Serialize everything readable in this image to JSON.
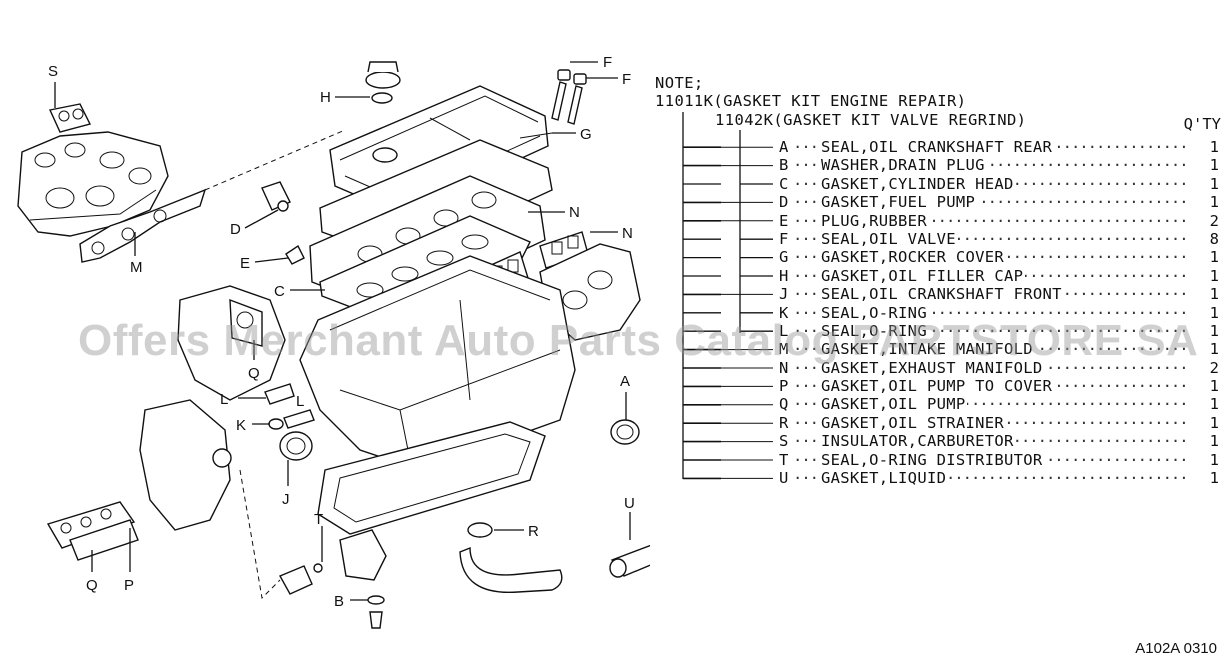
{
  "note": {
    "title": "NOTE;",
    "kit_engine": "11011K(GASKET KIT ENGINE REPAIR)",
    "kit_valve": "11042K(GASKET KIT VALVE REGRIND)",
    "qty_header": "Q'TY"
  },
  "parts": [
    {
      "code": "A",
      "desc": "SEAL,OIL CRANKSHAFT REAR",
      "qty": "1",
      "in_valve_kit": false
    },
    {
      "code": "B",
      "desc": "WASHER,DRAIN PLUG",
      "qty": "1",
      "in_valve_kit": false
    },
    {
      "code": "C",
      "desc": "GASKET,CYLINDER HEAD",
      "qty": "1",
      "in_valve_kit": true
    },
    {
      "code": "D",
      "desc": "GASKET,FUEL PUMP",
      "qty": "1",
      "in_valve_kit": false
    },
    {
      "code": "E",
      "desc": "PLUG,RUBBER",
      "qty": "2",
      "in_valve_kit": false
    },
    {
      "code": "F",
      "desc": "SEAL,OIL VALVE",
      "qty": "8",
      "in_valve_kit": true
    },
    {
      "code": "G",
      "desc": "GASKET,ROCKER COVER",
      "qty": "1",
      "in_valve_kit": true
    },
    {
      "code": "H",
      "desc": "GASKET,OIL FILLER CAP",
      "qty": "1",
      "in_valve_kit": true
    },
    {
      "code": "J",
      "desc": "SEAL,OIL CRANKSHAFT FRONT",
      "qty": "1",
      "in_valve_kit": false
    },
    {
      "code": "K",
      "desc": "SEAL,O-RING",
      "qty": "1",
      "in_valve_kit": true
    },
    {
      "code": "L",
      "desc": "SEAL,O-RING",
      "qty": "1",
      "in_valve_kit": true
    },
    {
      "code": "M",
      "desc": "GASKET,INTAKE MANIFOLD",
      "qty": "1",
      "in_valve_kit": false
    },
    {
      "code": "N",
      "desc": "GASKET,EXHAUST MANIFOLD",
      "qty": "2",
      "in_valve_kit": false
    },
    {
      "code": "P",
      "desc": "GASKET,OIL PUMP TO COVER",
      "qty": "1",
      "in_valve_kit": false
    },
    {
      "code": "Q",
      "desc": "GASKET,OIL PUMP",
      "qty": "1",
      "in_valve_kit": false
    },
    {
      "code": "R",
      "desc": "GASKET,OIL STRAINER",
      "qty": "1",
      "in_valve_kit": false
    },
    {
      "code": "S",
      "desc": "INSULATOR,CARBURETOR",
      "qty": "1",
      "in_valve_kit": false
    },
    {
      "code": "T",
      "desc": "SEAL,O-RING DISTRIBUTOR",
      "qty": "1",
      "in_valve_kit": false
    },
    {
      "code": "U",
      "desc": "GASKET,LIQUID",
      "qty": "1",
      "in_valve_kit": false
    }
  ],
  "callouts": {
    "S": "S",
    "H": "H",
    "F": "F",
    "G": "G",
    "D": "D",
    "E": "E",
    "M": "M",
    "C": "C",
    "N": "N",
    "Q": "Q",
    "L": "L",
    "K": "K",
    "J": "J",
    "A": "A",
    "T": "T",
    "B": "B",
    "R": "R",
    "U": "U",
    "P": "P"
  },
  "watermark": "Offers Merchant Auto Parts Catalog PARTSTORE SA",
  "figure_id": "A102A 0310"
}
